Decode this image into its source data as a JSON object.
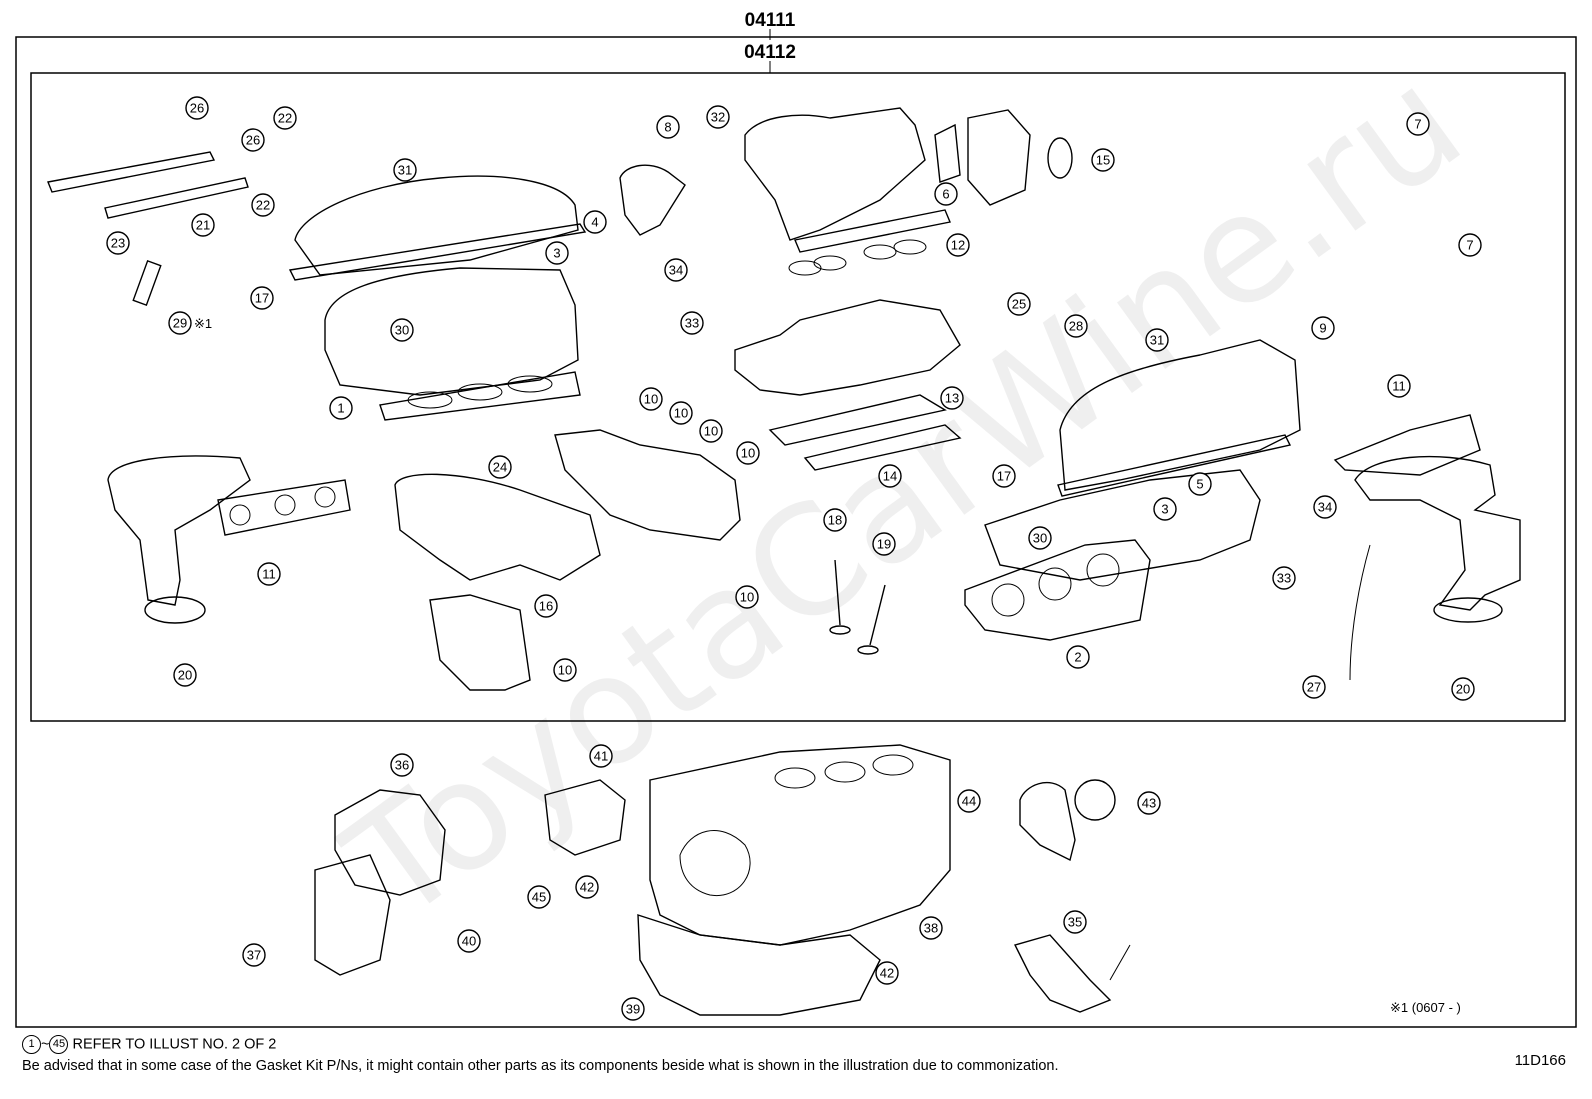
{
  "kit_codes": {
    "outer": "04111",
    "inner": "04112"
  },
  "watermark": "ToyotaCarWine.ru",
  "note_date": "※1 (0607 -      )",
  "footer": {
    "range_start": "1",
    "range_sep": "~",
    "range_end": "45",
    "refer_text": "REFER TO ILLUST NO. 2 OF 2",
    "advisory": "Be advised that in some case of the Gasket Kit P/Ns,  it might contain other parts as its components beside what is shown in the illustration due to commonization."
  },
  "diagram_id": "11D166",
  "callouts": [
    {
      "num": "26"
    },
    {
      "num": "26"
    },
    {
      "num": "22"
    },
    {
      "num": "22"
    },
    {
      "num": "21"
    },
    {
      "num": "23"
    },
    {
      "num": "29",
      "suffix": "※1"
    },
    {
      "num": "31"
    },
    {
      "num": "4"
    },
    {
      "num": "3"
    },
    {
      "num": "17"
    },
    {
      "num": "30"
    },
    {
      "num": "1"
    },
    {
      "num": "34"
    },
    {
      "num": "33"
    },
    {
      "num": "8"
    },
    {
      "num": "32"
    },
    {
      "num": "6"
    },
    {
      "num": "15"
    },
    {
      "num": "12"
    },
    {
      "num": "7"
    },
    {
      "num": "7"
    },
    {
      "num": "25"
    },
    {
      "num": "28"
    },
    {
      "num": "31"
    },
    {
      "num": "9"
    },
    {
      "num": "13"
    },
    {
      "num": "14"
    },
    {
      "num": "10"
    },
    {
      "num": "10"
    },
    {
      "num": "10"
    },
    {
      "num": "10"
    },
    {
      "num": "10"
    },
    {
      "num": "10"
    },
    {
      "num": "24"
    },
    {
      "num": "16"
    },
    {
      "num": "11"
    },
    {
      "num": "20"
    },
    {
      "num": "18"
    },
    {
      "num": "19"
    },
    {
      "num": "17"
    },
    {
      "num": "5"
    },
    {
      "num": "3"
    },
    {
      "num": "30"
    },
    {
      "num": "2"
    },
    {
      "num": "34"
    },
    {
      "num": "33"
    },
    {
      "num": "11"
    },
    {
      "num": "27"
    },
    {
      "num": "20"
    },
    {
      "num": "36"
    },
    {
      "num": "41"
    },
    {
      "num": "45"
    },
    {
      "num": "42"
    },
    {
      "num": "37"
    },
    {
      "num": "40"
    },
    {
      "num": "39"
    },
    {
      "num": "44"
    },
    {
      "num": "43"
    },
    {
      "num": "38"
    },
    {
      "num": "42"
    },
    {
      "num": "35"
    }
  ]
}
